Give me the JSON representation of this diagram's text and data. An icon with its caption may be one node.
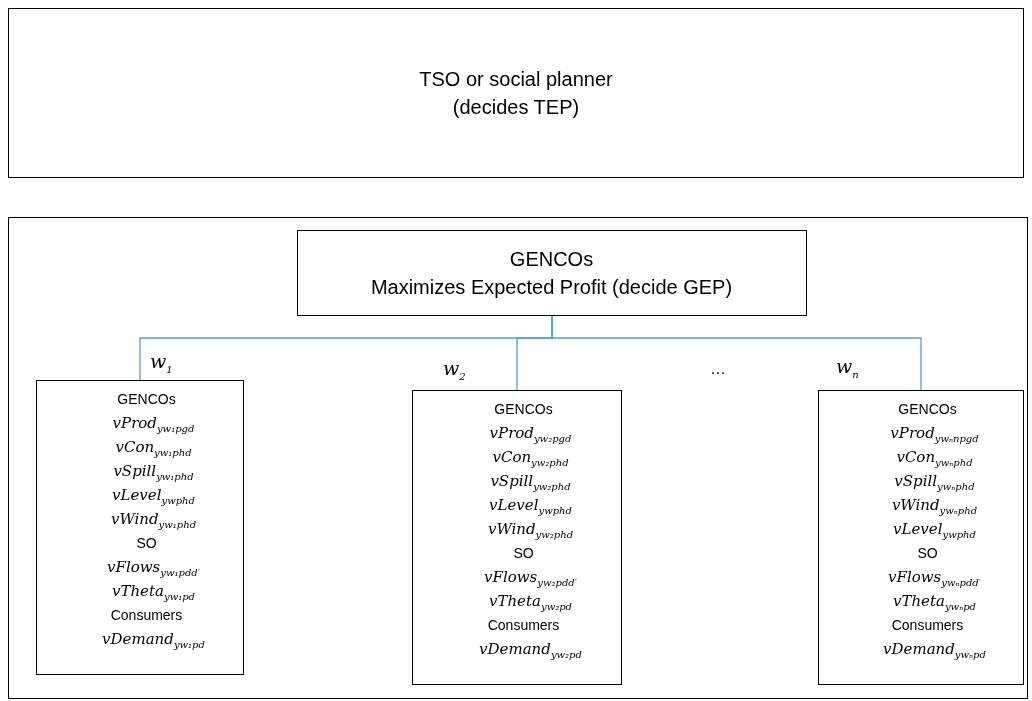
{
  "diagram": {
    "nodes": [
      {
        "text": [
          "TSO or social planner (decides TEP)"
        ]
      },
      {
        "text": [],
        "shape": "box"
      },
      {
        "text": [
          "GENCOs",
          "Maximizes Expected Profit (decide GEP)"
        ],
        "in": 1
      },
      {
        "text": [
          "GENCOs",
          "vProd$_{yw₁pgd}$",
          "vCon$_{yw₁phd}$",
          "vSpill$_{yw₁phd}$",
          "vLevel$_{ywphd}$",
          "vWind$_{yw₁phd}$",
          "SO",
          "vFlows$_{yw₁pdd′}$",
          "vTheta$_{yw₁pd}$",
          "Consumers",
          "vDemand$_{yw₁pd}$"
        ],
        "in": 1,
        "beside": [
          "w$_{1}$"
        ]
      },
      {
        "text": [
          "GENCOs",
          "vProd$_{yw₂pgd}$",
          "vCon$_{yw₂phd}$",
          "vSpill$_{yw₂phd}$",
          "vLevel$_{ywphd}$",
          "vWind$_{yw₂phd}$",
          "SO",
          "vFlows$_{yw₂pdd′}$",
          "vTheta$_{yw₂pd}$",
          "Consumers",
          "vDemand$_{yw₂pd}$"
        ],
        "in": 1,
        "beside": [
          "w$_{2}$"
        ]
      },
      {
        "text": [
          "GENCOs",
          "vProd$_{ywₙnpgd}$",
          "vCon$_{ywₙphd}$",
          "vSpill$_{ywₙphd}$",
          "vWind$_{ywₙphd}$",
          "vLevel$_{ywphd}$",
          "SO",
          "vFlows$_{ywₙpdd′}$",
          "vTheta$_{ywₙpd}$",
          "Consumers",
          "vDemand$_{ywₙpd}$"
        ],
        "in": 1,
        "beside": [
          "w$_{n}$"
        ]
      }
    ],
    "edges": [
      {
        "from": 2,
        "to": 3,
        "arrow": "none",
        "color": "#5b9bd5"
      },
      {
        "from": 2,
        "to": 4,
        "arrow": "none",
        "color": "#5b9bd5"
      },
      {
        "from": 2,
        "to": 5,
        "arrow": "none",
        "color": "#5b9bd5"
      }
    ],
    "labels": [
      "…"
    ]
  }
}
